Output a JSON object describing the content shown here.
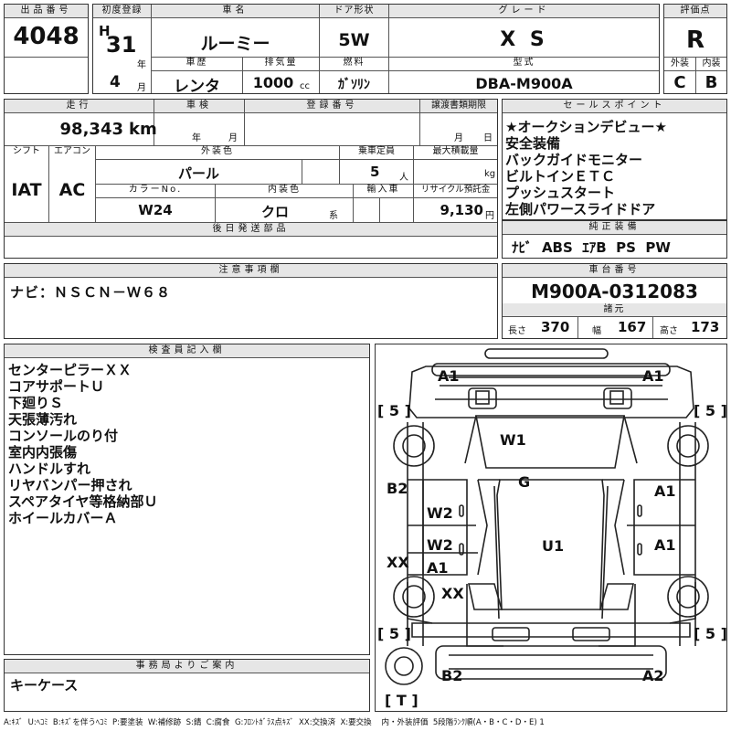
{
  "header": {
    "lot_label": "出品番号",
    "lot_no": "4048",
    "first_reg_label": "初度登録",
    "era": "H",
    "year": "31",
    "year_unit": "年",
    "month": "4",
    "month_unit": "月",
    "car_name_label": "車名",
    "car_name": "ルーミー",
    "door_label": "ドア形状",
    "door": "5W",
    "grade_label": "グレード",
    "grade": "X S",
    "score_label": "評価点",
    "score": "R",
    "history_label": "車歴",
    "history": "レンタ",
    "displacement_label": "排気量",
    "displacement": "1000",
    "displacement_unit": "cc",
    "fuel_label": "燃料",
    "fuel": "ｶﾞｿﾘﾝ",
    "model_label": "型式",
    "model": "DBA-M900A",
    "exterior_grade_label": "外装",
    "exterior_grade": "C",
    "interior_grade_label": "内装",
    "interior_grade": "B"
  },
  "row2": {
    "mileage_label": "走行",
    "mileage": "98,343",
    "mileage_unit": "km",
    "inspection_label": "車検",
    "insp_year": "年",
    "insp_month": "月",
    "reg_no_label": "登録番号",
    "transfer_label": "譲渡書類期限",
    "tr_month": "月",
    "tr_day": "日",
    "shift_label": "シフト",
    "shift": "IAT",
    "ac_label": "エアコン",
    "ac": "AC",
    "color_label": "外装色",
    "color": "パール",
    "capacity_label": "乗車定員",
    "capacity": "5",
    "capacity_unit": "人",
    "load_label": "最大積載量",
    "load_unit": "kg",
    "color_no_label": "カラーNo.",
    "color_no": "W24",
    "int_color_label": "内装色",
    "int_color": "クロ",
    "int_color_unit": "系",
    "import_label": "輸入車",
    "recycle_label": "リサイクル預託金",
    "recycle": "9,130",
    "recycle_unit": "円",
    "later_parts_label": "後日発送部品"
  },
  "sales": {
    "label": "セールスポイント",
    "items": [
      "★オークションデビュー★",
      "安全装備",
      "バックガイドモニター",
      "ビルトインＥＴＣ",
      "プッシュスタート",
      "左側パワースライドドア"
    ]
  },
  "equipment": {
    "label": "純正装備",
    "value": "ﾅﾋﾞ  ABS  ｴｱB  PS  PW"
  },
  "notes": {
    "label": "注意事項欄",
    "value": "ナビ：ＮＳＣＮ－Ｗ６８"
  },
  "chassis": {
    "label": "車台番号",
    "value": "M900A-0312083",
    "spec_label": "諸元",
    "length_label": "長さ",
    "length": "370",
    "width_label": "幅",
    "width": "167",
    "height_label": "高さ",
    "height": "173"
  },
  "inspector": {
    "label": "検査員記入欄",
    "items": [
      "センターピラーＸＸ",
      "コアサポートＵ",
      "下廻りＳ",
      "天張薄汚れ",
      "コンソールのり付",
      "室内内張傷",
      "ハンドルすれ",
      "リヤバンパー押され",
      "スペアタイヤ等格納部Ｕ",
      "ホイールカバーＡ"
    ]
  },
  "office": {
    "label": "事務局よりご案内",
    "value": "キーケース"
  },
  "diagram": {
    "marks": {
      "a1_tl": "A1",
      "a1_tr": "A1",
      "w1": "W1",
      "g": "G",
      "b2_l": "B2",
      "a1_r1": "A1",
      "w2_a": "W2",
      "w2_b": "W2",
      "u1": "U1",
      "a1_r2": "A1",
      "xx_l": "XX",
      "a1_l": "A1",
      "xx_m": "XX",
      "b2_b": "B2",
      "a2_b": "A2",
      "tire_tl": "[ 5 ]",
      "tire_tr": "[ 5 ]",
      "tire_bl": "[ 5 ]",
      "tire_br": "[ 5 ]",
      "spare": "[ T ]"
    }
  },
  "legend": "A:ｷｽﾞ  U:ﾍｺﾐ  B:ｷｽﾞを伴うﾍｺﾐ  P:要塗装  W:補修跡  S:錆  C:腐食  G:ﾌﾛﾝﾄｶﾞﾗｽ点ｷｽﾞ  XX:交換済  X:要交換    内・外装評価  5段階ﾗﾝｸ順(A・B・C・D・E) 1"
}
